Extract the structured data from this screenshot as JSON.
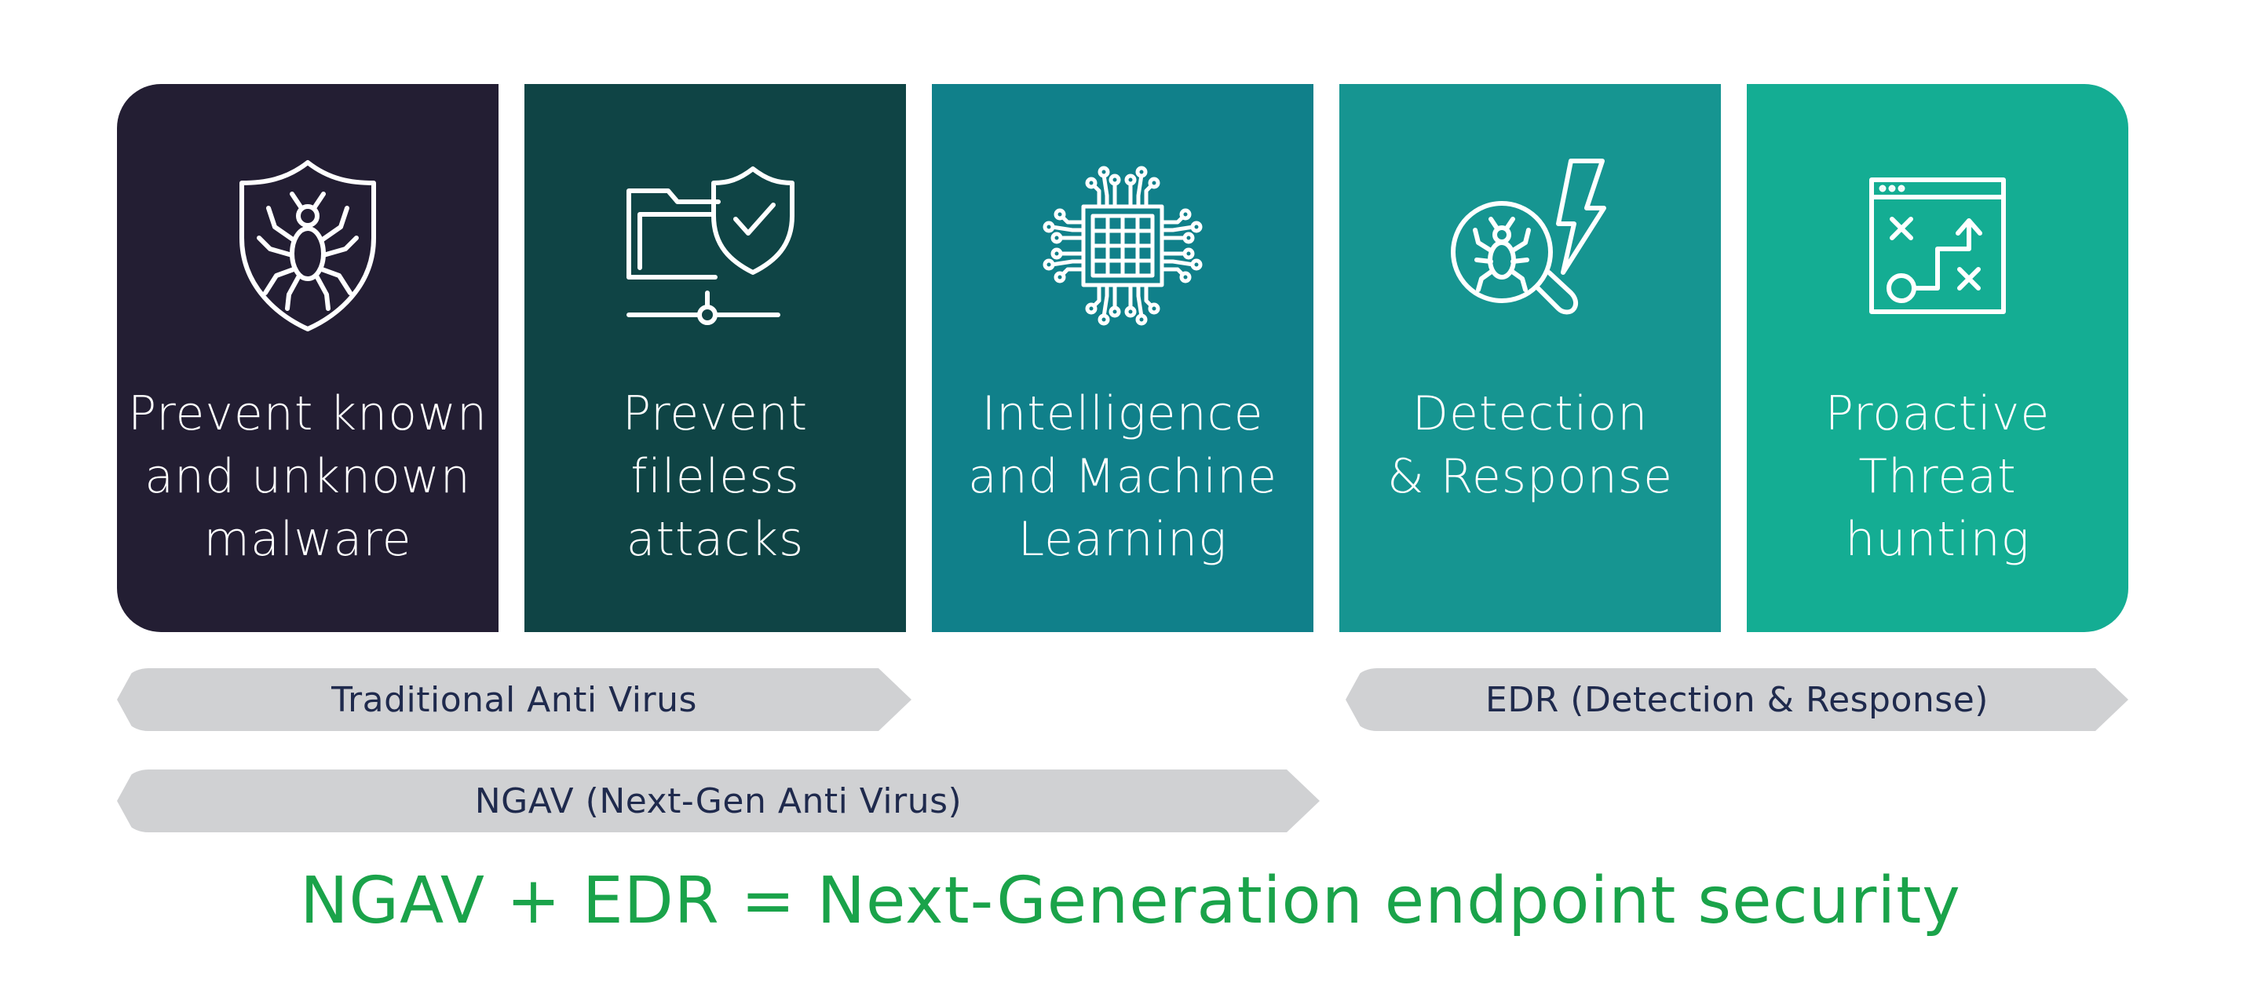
{
  "panels": [
    {
      "label": "Prevent known\nand unknown\nmalware",
      "icon": "spider-shield-icon",
      "color": "#231e33"
    },
    {
      "label": "Prevent\nfileless\nattacks",
      "icon": "folder-shield-icon",
      "color": "#0f4445"
    },
    {
      "label": "Intelligence\nand Machine\nLearning",
      "icon": "cpu-chip-icon",
      "color": "#10808a"
    },
    {
      "label": "Detection\n& Response",
      "icon": "bug-search-lightning-icon",
      "color": "#169591"
    },
    {
      "label": "Proactive\nThreat\nhunting",
      "icon": "strategy-board-icon",
      "color": "#14ad93"
    }
  ],
  "categories": {
    "traditional": "Traditional Anti Virus",
    "edr": "EDR (Detection & Response)",
    "ngav": "NGAV (Next-Gen Anti Virus)"
  },
  "tagline": "NGAV + EDR = Next-Generation endpoint security",
  "colors": {
    "pill_bg": "#d0d1d3",
    "pill_text": "#1f2a4d",
    "tagline": "#1aa34a"
  }
}
